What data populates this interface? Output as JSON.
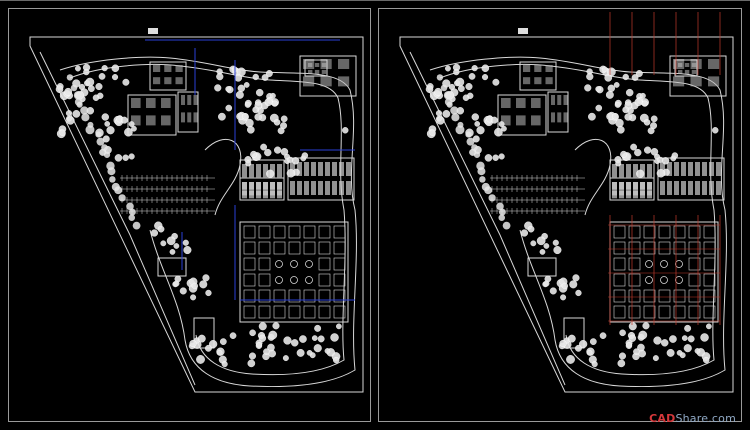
{
  "viewer": {
    "background": "#000000",
    "line_color": "#d8d8d8",
    "accent_blue": "#2a3fd6",
    "accent_red": "#c0392b"
  },
  "panels": [
    {
      "name": "site-plan-left",
      "variant": "blue-utility-lines"
    },
    {
      "name": "site-plan-right",
      "variant": "red-grid-lines"
    }
  ],
  "watermark": {
    "brand": "CAD",
    "rest": "Share.com"
  }
}
